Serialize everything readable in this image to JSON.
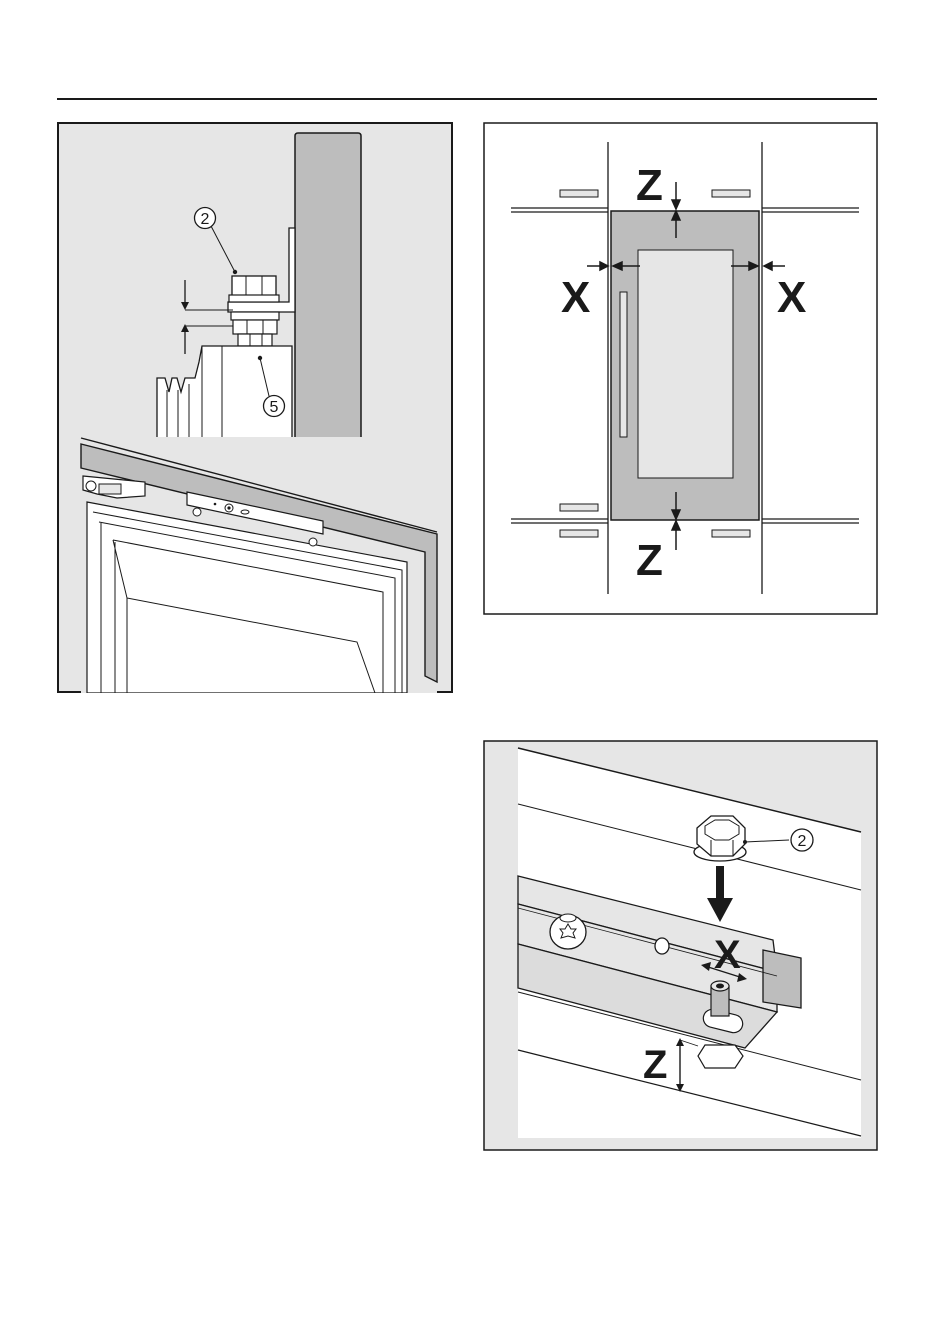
{
  "figure_1": {
    "callout_a": "2",
    "callout_b": "5"
  },
  "figure_2": {
    "label_z_top": "Z",
    "label_z_bottom": "Z",
    "label_x_left": "X",
    "label_x_right": "X"
  },
  "figure_3": {
    "callout": "2",
    "label_x": "X",
    "label_z": "Z"
  },
  "colors": {
    "panel_bg": "#e6e6e6",
    "door_gray": "#bdbdbd",
    "line": "#1a1a1a"
  }
}
